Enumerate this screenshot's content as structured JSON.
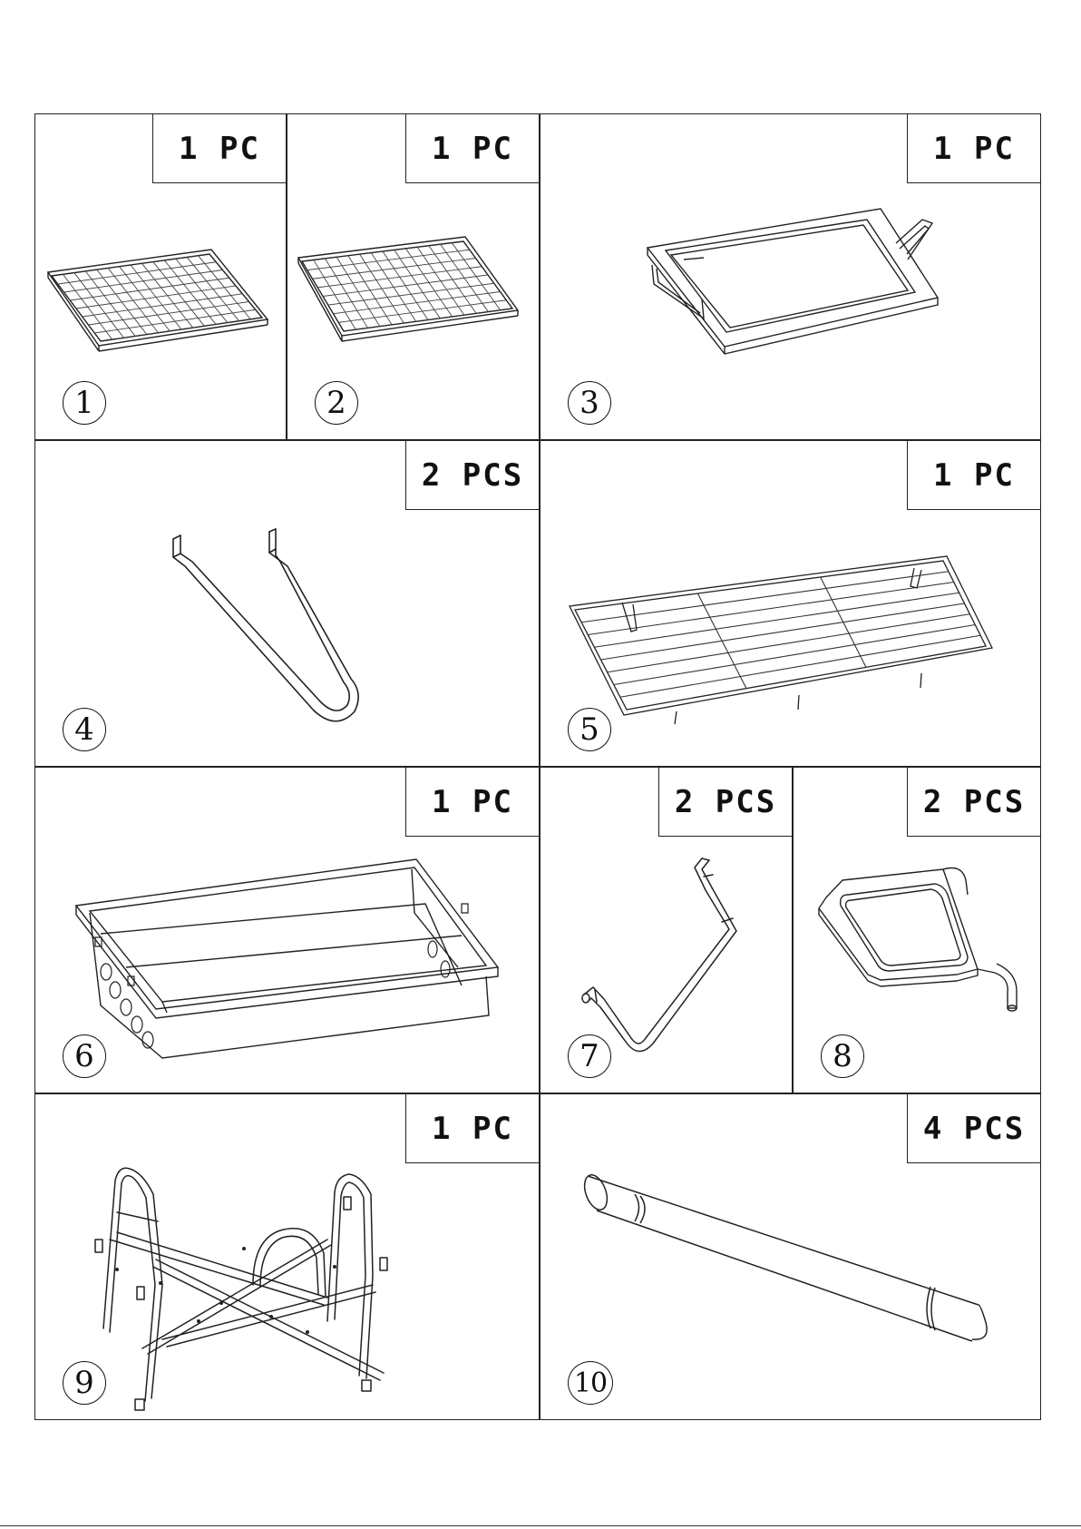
{
  "parts": [
    {
      "number": "1",
      "quantity": "1 PC",
      "icon": "small-grill-grid-icon"
    },
    {
      "number": "2",
      "quantity": "1 PC",
      "icon": "small-grill-grid-icon"
    },
    {
      "number": "3",
      "quantity": "1 PC",
      "icon": "griddle-pan-icon"
    },
    {
      "number": "4",
      "quantity": "2 PCS",
      "icon": "u-handle-icon"
    },
    {
      "number": "5",
      "quantity": "1 PC",
      "icon": "wire-rack-icon"
    },
    {
      "number": "6",
      "quantity": "1 PC",
      "icon": "charcoal-box-icon"
    },
    {
      "number": "7",
      "quantity": "2 PCS",
      "icon": "bent-rod-icon"
    },
    {
      "number": "8",
      "quantity": "2 PCS",
      "icon": "side-shelf-icon"
    },
    {
      "number": "9",
      "quantity": "1 PC",
      "icon": "folding-stand-icon"
    },
    {
      "number": "10",
      "quantity": "4 PCS",
      "icon": "leg-tube-icon"
    }
  ]
}
